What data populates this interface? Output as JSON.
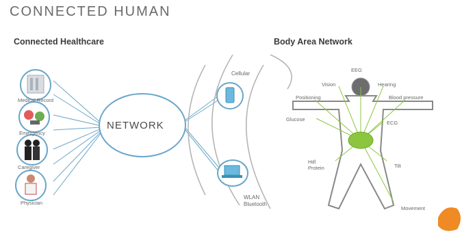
{
  "title": "CONNECTED HUMAN",
  "left_section": {
    "heading": "Connected Healthcare",
    "nodes": [
      {
        "label": "Medical Record",
        "icon": "records-icon"
      },
      {
        "label": "Emergency",
        "icon": "emergency-icon"
      },
      {
        "label": "Caregiver",
        "icon": "caregiver-icon"
      },
      {
        "label": "Physician",
        "icon": "physician-icon"
      }
    ],
    "hub_label": "NETWORK"
  },
  "middle_section": {
    "links": [
      {
        "label": "Cellular",
        "icon": "phone-icon"
      },
      {
        "label": "WLAN\nBluetooth",
        "icon": "laptop-icon"
      }
    ]
  },
  "right_section": {
    "heading": "Body Area Network",
    "sensors": {
      "eeg": "EEG",
      "vision": "Vision",
      "hearing": "Hearing",
      "positioning": "Positioning",
      "blood_pressure": "Blood pressure",
      "glucose": "Glucose",
      "ecg": "ECG",
      "hdl_protein": "Hdl\nProtein",
      "tilt": "Tilt",
      "movement": "Movement"
    }
  },
  "colors": {
    "line": "#6aa6c8",
    "circle_stroke": "#6aa6c8",
    "body_stroke": "#888888",
    "node_green": "#8cc63f",
    "head_gray": "#777777",
    "accent_orange": "#f08a24"
  }
}
